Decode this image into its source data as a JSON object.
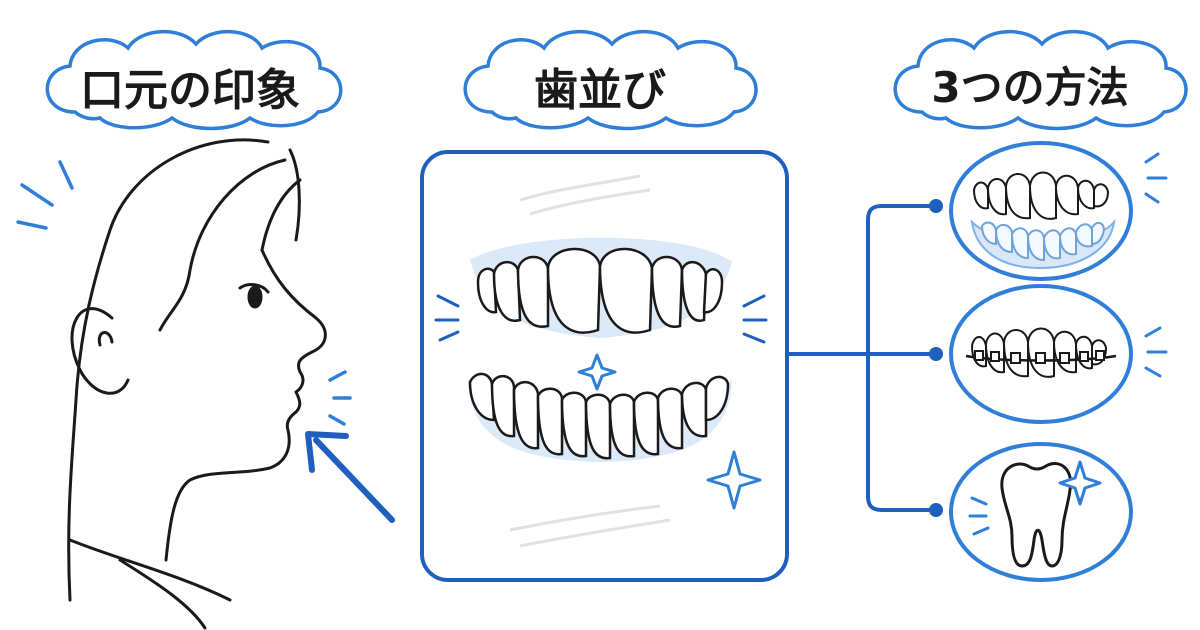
{
  "headings": {
    "mouth_impression": "口元の印象",
    "tooth_alignment": "歯並び",
    "three_methods": "3つの方法"
  },
  "icons": {
    "face": "side-profile-face-icon",
    "arrow": "pointer-arrow-icon",
    "teeth": "smiling-teeth-icon",
    "aligner": "clear-aligner-icon",
    "braces": "wire-braces-icon",
    "tooth": "single-tooth-icon"
  },
  "colors": {
    "accent": "#1f6fd1",
    "accent_light": "#bfd7f3",
    "ink": "#1a1a1a"
  }
}
